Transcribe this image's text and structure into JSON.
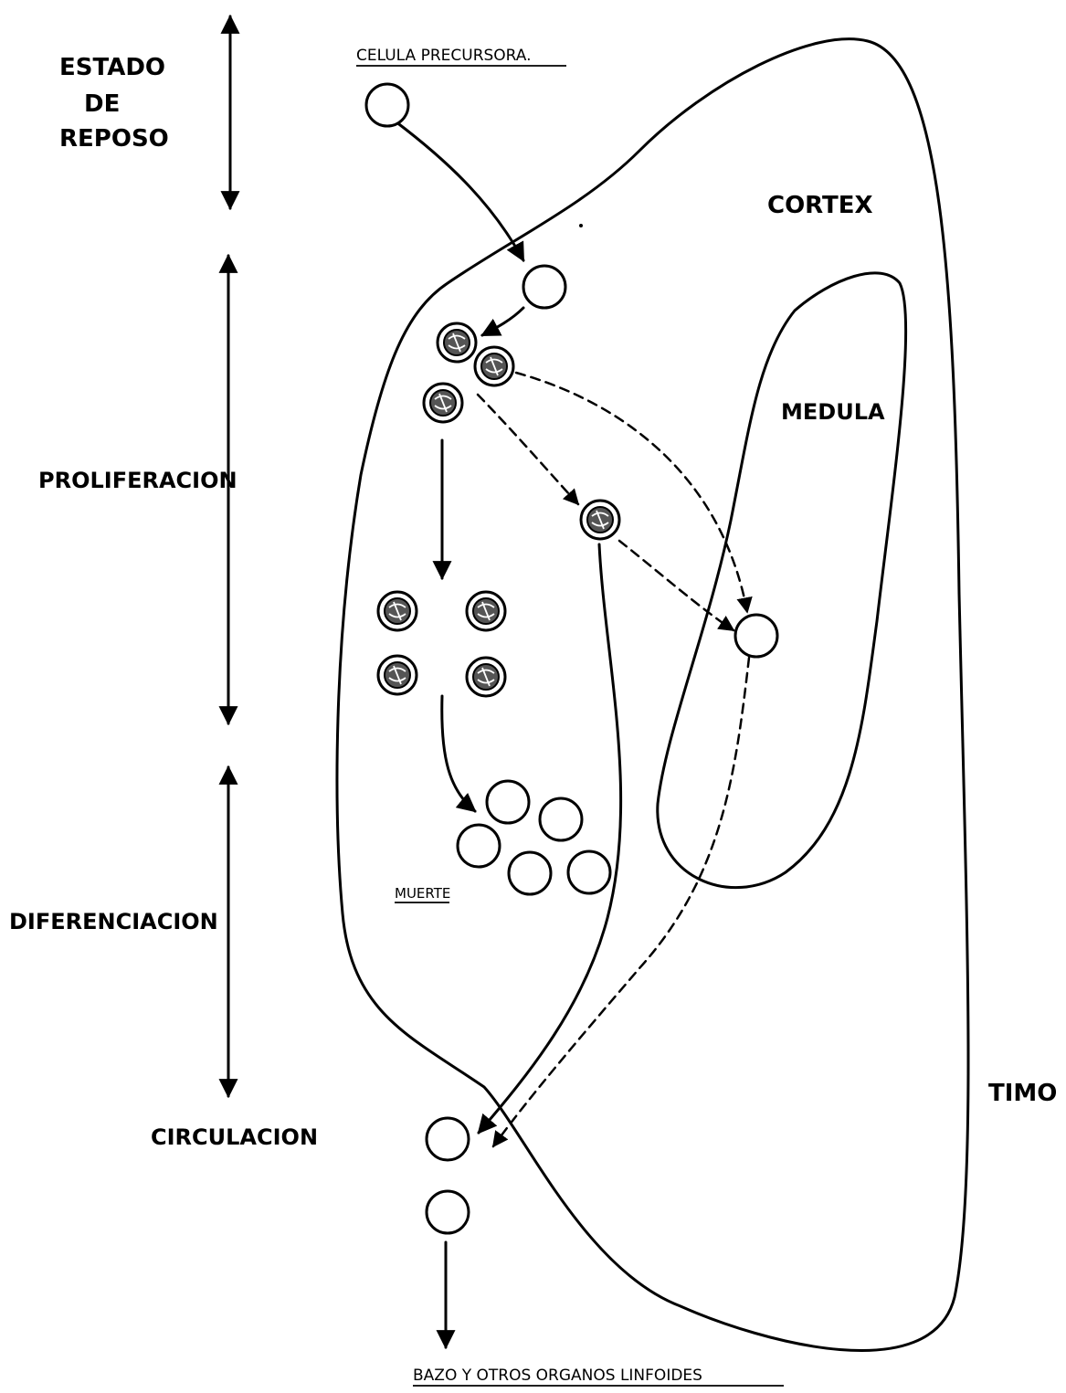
{
  "stages": {
    "rest": [
      "ESTADO",
      "DE",
      "REPOSO"
    ],
    "proliferation": "PROLIFERACION",
    "differentiation": "DIFERENCIACION",
    "circulation": "CIRCULACION"
  },
  "regions": {
    "cortex": "CORTEX",
    "medulla": "MEDULA",
    "thymus": "TIMO"
  },
  "annotations": {
    "precursor": "CELULA PRECURSORA.",
    "death": "MUERTE",
    "destination": "BAZO Y OTROS ORGANOS LINFOIDES"
  },
  "colors": {
    "ink": "#000000",
    "background": "#ffffff"
  }
}
